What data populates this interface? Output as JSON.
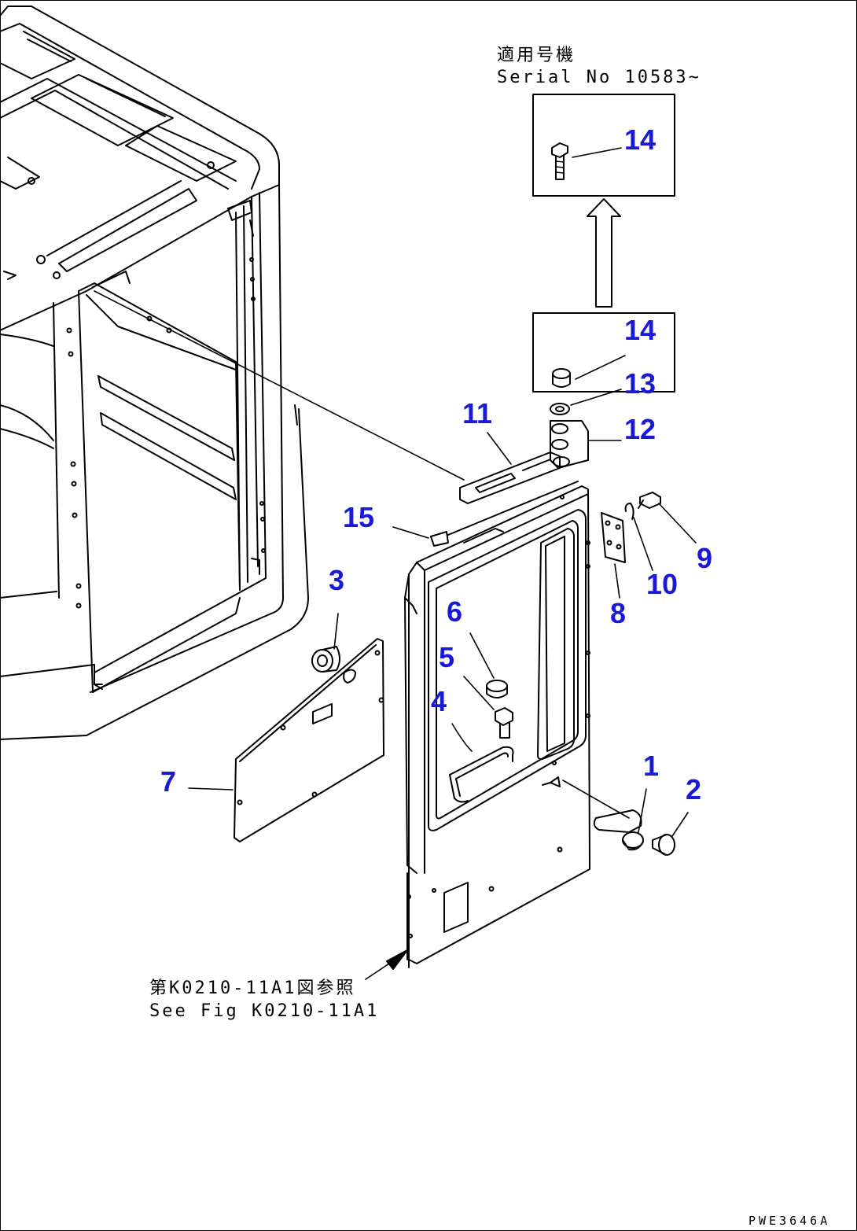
{
  "serial_note": {
    "jp": "適用号機",
    "en": "Serial No 10583~"
  },
  "see_fig_note": {
    "jp": "第K0210-11A1図参照",
    "en": "See Fig K0210-11A1"
  },
  "drawing_code": "PWE3646A",
  "callouts": {
    "c1": "1",
    "c2": "2",
    "c3": "3",
    "c4": "4",
    "c5": "5",
    "c6": "6",
    "c7": "7",
    "c8": "8",
    "c9": "9",
    "c10": "10",
    "c11": "11",
    "c12": "12",
    "c13": "13",
    "c14a": "14",
    "c14b": "14",
    "c15": "15"
  },
  "colors": {
    "line": "#000000",
    "callout": "#1a1ad6",
    "background": "#ffffff"
  }
}
